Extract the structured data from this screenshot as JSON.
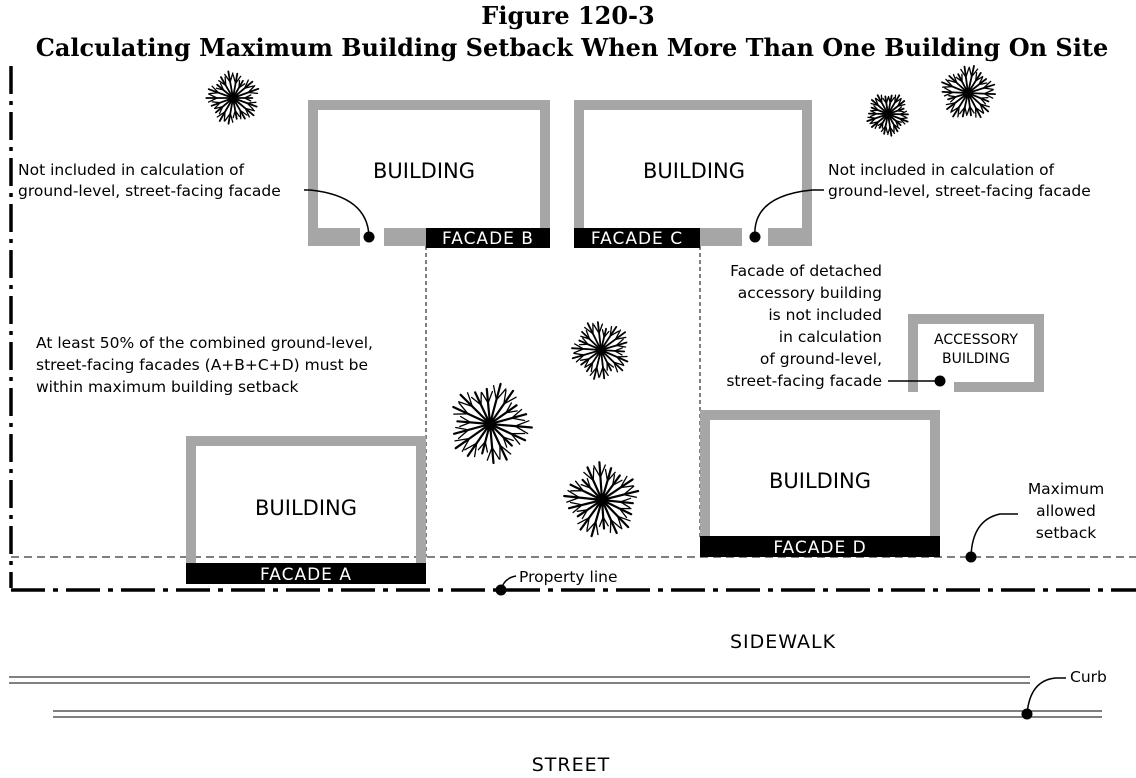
{
  "figure": {
    "number": "Figure 120-3",
    "title": "Calculating Maximum Building Setback When More Than One Building On Site"
  },
  "buildings": {
    "top_left": "BUILDING",
    "top_right": "BUILDING",
    "bottom_left": "BUILDING",
    "bottom_right": "BUILDING",
    "accessory": [
      "ACCESSORY",
      "BUILDING"
    ]
  },
  "facades": {
    "a": "FACADE A",
    "b": "FACADE B",
    "c": "FACADE C",
    "d": "FACADE D"
  },
  "notes": {
    "excluded_left": [
      "Not included in calculation of",
      "ground-level, street-facing facade"
    ],
    "excluded_right": [
      "Not included in calculation of",
      "ground-level, street-facing facade"
    ],
    "combined": [
      "At least 50% of the combined ground-level,",
      "street-facing facades (A+B+C+D) must be",
      "within maximum building setback"
    ],
    "accessory_note": [
      "Facade of detached",
      "accessory building",
      "is not included",
      "in calculation",
      "of ground-level,",
      "street-facing facade"
    ],
    "max_setback": [
      "Maximum",
      "allowed",
      "setback"
    ],
    "property_line": "Property line",
    "curb": "Curb"
  },
  "ground": {
    "sidewalk": "SIDEWALK",
    "street": "STREET"
  },
  "colors": {
    "wall": "#a6a6a6",
    "facade": "#000000",
    "ink": "#000000"
  }
}
